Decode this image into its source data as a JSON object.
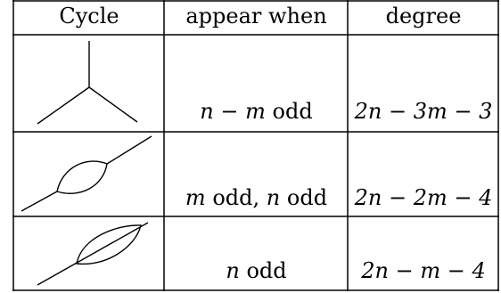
{
  "table": {
    "headers": [
      "Cycle",
      "appear when",
      "degree"
    ],
    "rows": [
      {
        "diagram": "three-edge-vertex",
        "appear_when": {
          "var1": "n",
          "op": "−",
          "var2": "m",
          "word": "odd"
        },
        "degree": "2n − 3m − 3"
      },
      {
        "diagram": "line-with-bubble",
        "appear_when": {
          "var1": "m",
          "word1": "odd,",
          "var2": "n",
          "word2": "odd"
        },
        "degree": "2n − 2m − 4"
      },
      {
        "diagram": "line-through-lens",
        "appear_when": {
          "var1": "n",
          "word": "odd"
        },
        "degree": "2n − m − 4"
      }
    ]
  }
}
